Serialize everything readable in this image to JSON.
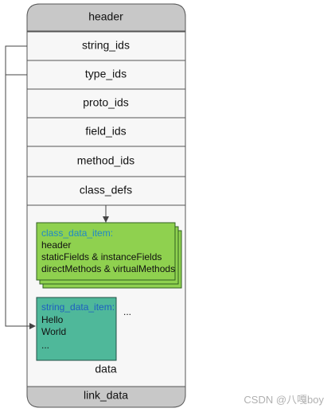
{
  "sections": {
    "header": "header",
    "string_ids": "string_ids",
    "type_ids": "type_ids",
    "proto_ids": "proto_ids",
    "field_ids": "field_ids",
    "method_ids": "method_ids",
    "class_defs": "class_defs",
    "data": "data",
    "link_data": "link_data"
  },
  "class_data_item": {
    "title": "class_data_item:",
    "lines": [
      "header",
      "staticFields & instanceFields",
      "directMethods & virtualMethods"
    ]
  },
  "string_data_item": {
    "title": "string_data_item:",
    "lines": [
      "Hello",
      "World",
      "..."
    ]
  },
  "ellipsis": "...",
  "watermark": "CSDN @八嘎boy",
  "colors": {
    "cap_fill": "#c8c8c8",
    "section_fill": "#f7f7f7",
    "border": "#555555",
    "class_box": "#8fd14f",
    "class_box_border": "#2f5f1f",
    "string_box": "#4fb89a",
    "string_box_border": "#1f4f44",
    "item_title": "#1e88c8"
  }
}
